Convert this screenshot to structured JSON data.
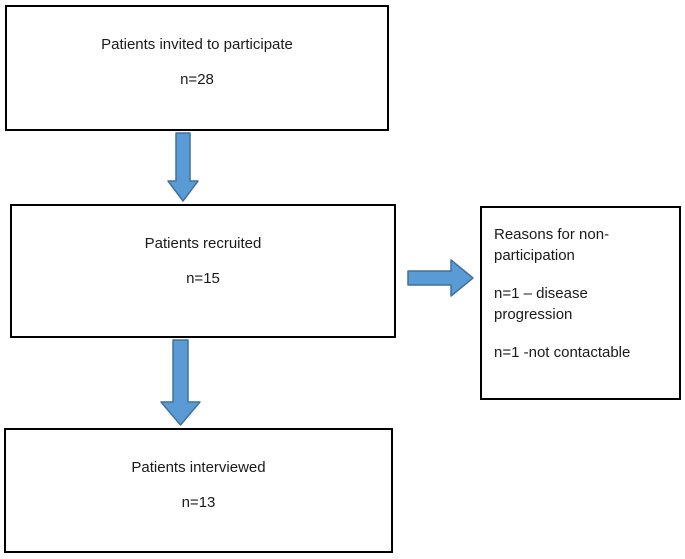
{
  "diagram": {
    "boxes": {
      "invited": {
        "label": "Patients invited to participate",
        "count": "n=28"
      },
      "recruited": {
        "label": "Patients recruited",
        "count": "n=15"
      },
      "reasons": {
        "title": "Reasons for non-participation",
        "reason1": "n=1 – disease progression",
        "reason2": "n=1 -not contactable"
      },
      "interviewed": {
        "label": "Patients interviewed",
        "count": "n=13"
      }
    },
    "colors": {
      "arrow_fill": "#5B9BD5",
      "arrow_stroke": "#41719C",
      "box_border": "#000000",
      "text": "#1A1A1A",
      "background": "#FFFFFF"
    }
  }
}
